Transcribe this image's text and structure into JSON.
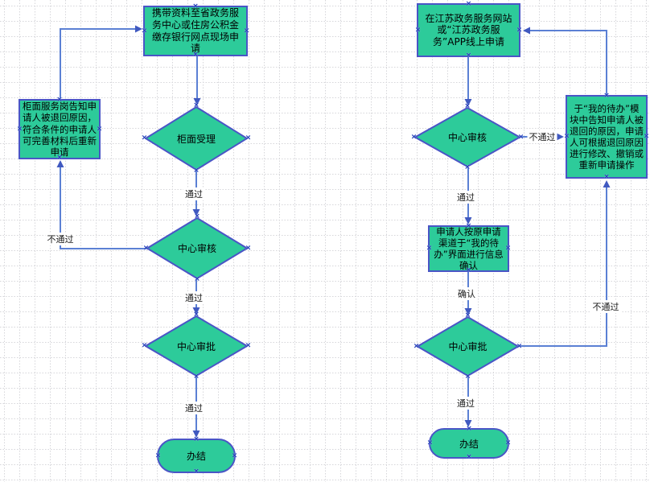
{
  "canvas": {
    "grid_color": "#d6d6da"
  },
  "colors": {
    "shape_fill": "#2dcb9a",
    "shape_border": "#4a55c6",
    "connector": "#5b80d4",
    "arrowhead": "#4059c0"
  },
  "offline_flow": {
    "apply_box": "携带资料至省政务服务中心或住房公积金缴存银行网点现场申请",
    "counter_accept_diamond": "柜面受理",
    "center_review_diamond": "中心审核",
    "center_approve_diamond": "中心审批",
    "reject_box": "柜面服务岗告知申请人被退回原因，符合条件的申请人可完善材料后重新申请",
    "done_terminator": "办结"
  },
  "online_flow": {
    "apply_box": "在江苏政务服务网站或“江苏政务服务”APP线上申请",
    "center_review_diamond": "中心审核",
    "confirm_box": "申请人按原申请渠道于“我的待办”界面进行信息确认",
    "center_approve_diamond": "中心审批",
    "reject_box": "于“我的待办”模块中告知申请人被退回的原因，申请人可根据退回原因进行修改、撤销或重新申请操作",
    "done_terminator": "办结"
  },
  "edge_labels": {
    "pass": "通过",
    "fail": "不通过",
    "confirm": "确认"
  }
}
